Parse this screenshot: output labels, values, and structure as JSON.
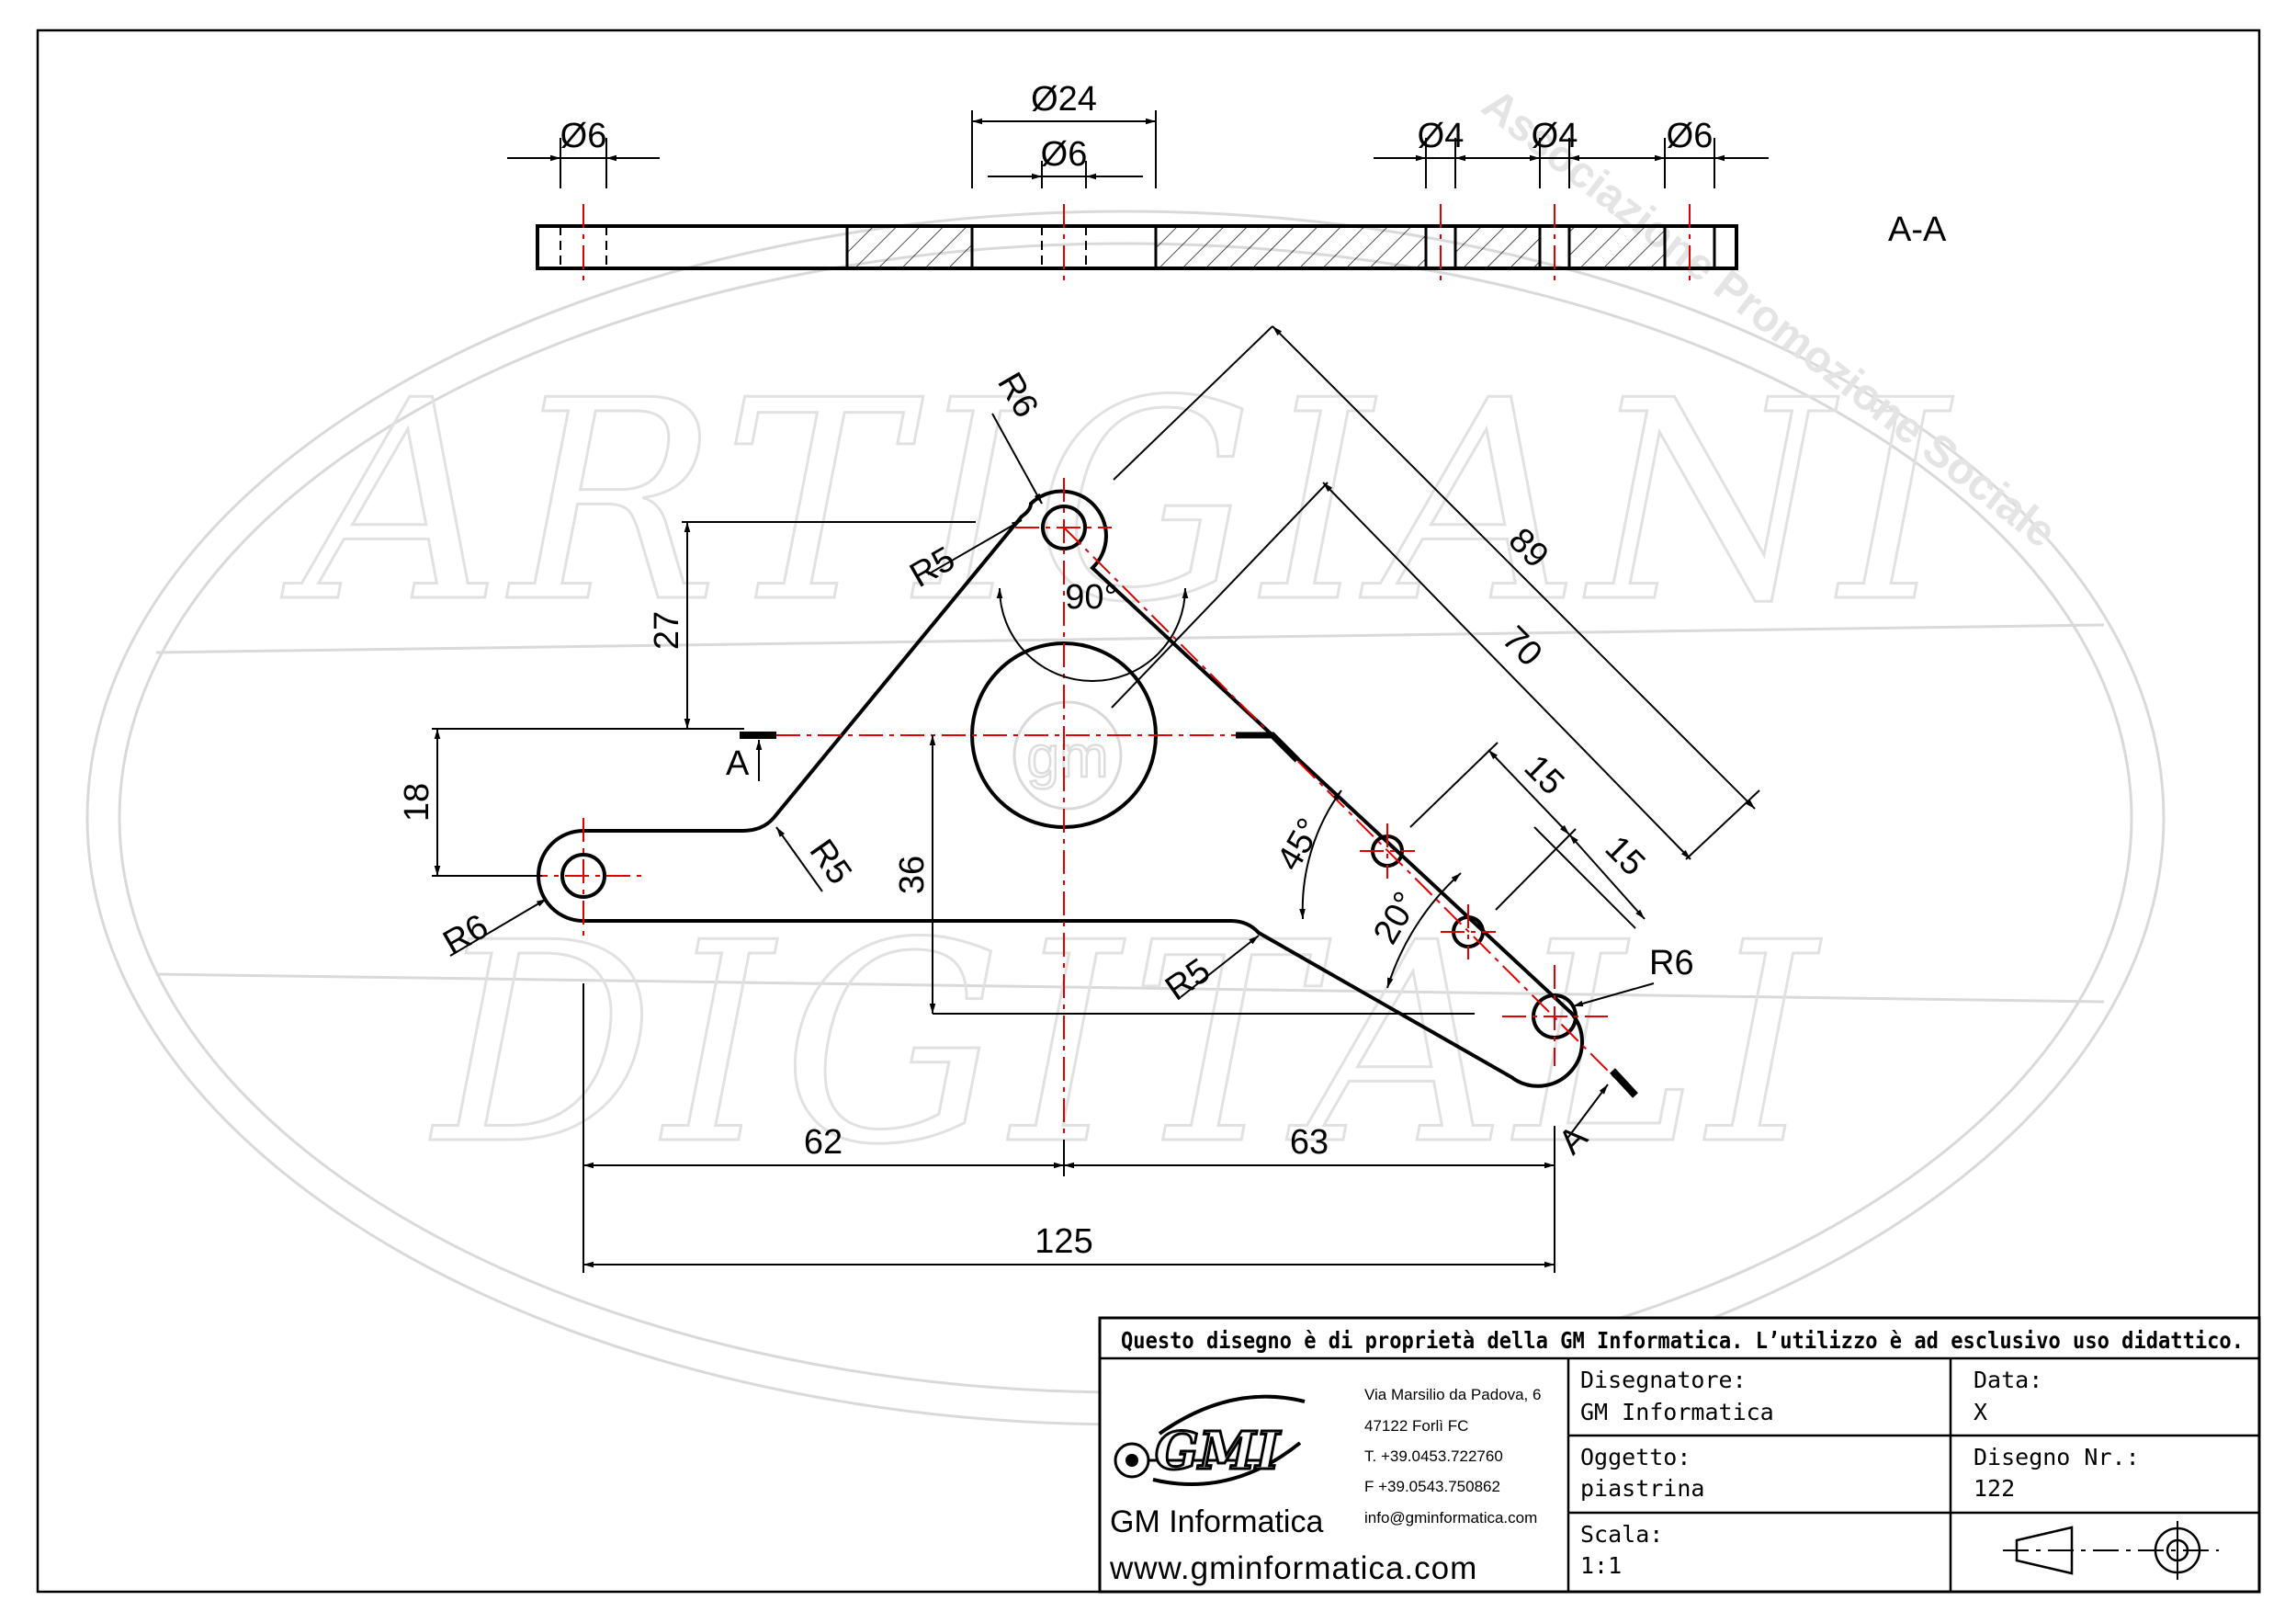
{
  "watermark": {
    "line1": "ARTIGIANI",
    "line2": "DIGITALI",
    "association": "Associazione Promozione Sociale",
    "logo_mark": "gm"
  },
  "section": {
    "label": "A-A",
    "diameters": [
      "Ø6",
      "Ø24",
      "Ø6",
      "Ø4",
      "Ø4",
      "Ø6"
    ]
  },
  "dimensions": {
    "r6_top": "R6",
    "r5_top": "R5",
    "angle_90": "90°",
    "d27": "27",
    "d18": "18",
    "r5_left": "R5",
    "r6_left": "R6",
    "d36": "36",
    "d89": "89",
    "d70": "70",
    "d15a": "15",
    "d15b": "15",
    "angle_45": "45°",
    "angle_20": "20°",
    "r5_bottom": "R5",
    "r6_right": "R6",
    "d62": "62",
    "d63": "63",
    "d125": "125",
    "section_mark_left": "A",
    "section_mark_right": "A"
  },
  "title_block": {
    "notice": "Questo disegno è di proprietà della GM Informatica. L’utilizzo è ad esclusivo uso didattico.",
    "logo_text": "GMI",
    "company": "GM Informatica",
    "website": "www.gminformatica.com",
    "address1": "Via Marsilio da Padova, 6",
    "address2": "47122  Forlì  FC",
    "phone": "T. +39.0453.722760",
    "fax": "F +39.0543.750862",
    "email": "info@gminformatica.com",
    "designer_label": "Disegnatore:",
    "designer_value": "GM  Informatica",
    "object_label": "Oggetto:",
    "object_value": "piastrina",
    "scale_label": "Scala:",
    "scale_value": "1:1",
    "date_label": "Data:",
    "date_value": "X",
    "drawing_no_label": "Disegno  Nr.:",
    "drawing_no_value": "122"
  }
}
